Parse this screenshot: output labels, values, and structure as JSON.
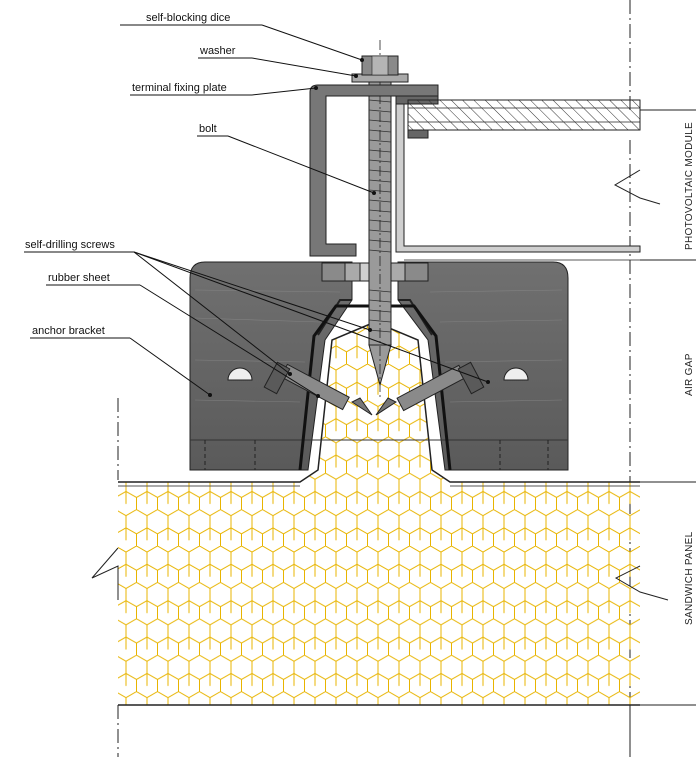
{
  "labels": {
    "dice": "self-blocking dice",
    "washer": "washer",
    "plate": "terminal fixing plate",
    "bolt": "bolt",
    "screws": "self-drilling screws",
    "rubber": "rubber sheet",
    "anchor": "anchor bracket"
  },
  "side_labels": {
    "pv": "PHOTOVOLTAIC MODULE",
    "gap": "AIR GAP",
    "panel": "SANDWICH PANEL"
  },
  "colors": {
    "insulation_hex": "#e8b400",
    "metal_dark": "#555555",
    "bracket_fill": "#6a6a6a",
    "plate_fill": "#777777"
  }
}
